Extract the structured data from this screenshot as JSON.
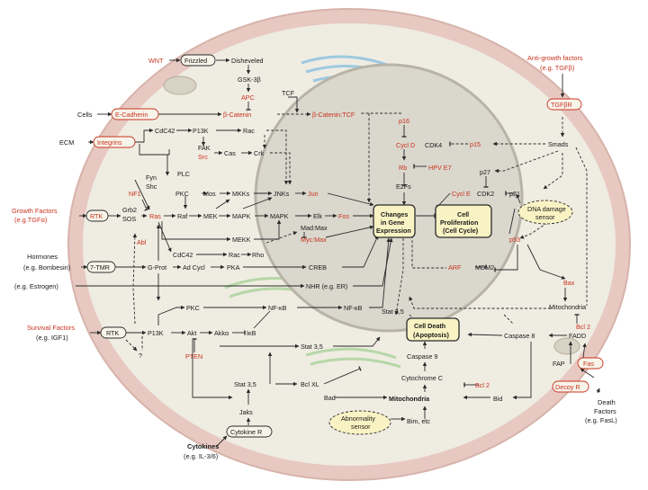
{
  "diagram": {
    "nodes": {
      "wnt": "WNT",
      "frizzled": "Frizzled",
      "disheveled": "Disheveled",
      "gsk3b": "GSK-3β",
      "apc": "APC",
      "tcf": "TCF",
      "cells": "Cells",
      "ecadherin": "E-Cadherin",
      "bcatenin": "β-Catenin",
      "bcatenin_tcf": "β-Catenin:TCF",
      "ecm": "ECM",
      "integrins": "Integrins",
      "cdc42_top": "CdC42",
      "p13k_top": "P13K",
      "rac_top": "Rac",
      "fak": "FAK",
      "src": "Src",
      "cas": "Cas",
      "crk": "Crk",
      "fyn": "Fyn",
      "shc": "Shc",
      "plc": "PLC",
      "nf1": "NF1",
      "grb2": "Grb2",
      "sos": "SOS",
      "pkc_mid": "PKC",
      "mos": "Mos",
      "mkks": "MKKs",
      "jnks": "JNKs",
      "jun": "Jun",
      "growth_factors": "Growth Factors",
      "growth_factors_eg": "(e.g.TGFα)",
      "rtk1": "RTK",
      "ras": "Ras",
      "raf": "Raf",
      "mek": "MEK",
      "mapk1": "MAPK",
      "mapk2": "MAPK",
      "elk": "Elk",
      "fos": "Fos",
      "mad_max": "Mad:Max",
      "myc_max": "Myc:Max",
      "abl": "Abl",
      "mekk": "MEKK",
      "cdc42_mid": "CdC42",
      "rac_mid": "Rac",
      "rho": "Rho",
      "hormones": "Hormones",
      "hormones_eg": "(e.g. Bombesin)",
      "seven_tmr": "7-TMR",
      "gprot": "G-Prot",
      "adcycl": "Ad Cycl",
      "pka": "PKA",
      "creb": "CREB",
      "estrogen": "(e.g. Estrogen)",
      "nhr": "NHR (e.g. ER)",
      "survival_factors": "Survival Factors",
      "survival_factors_eg": "(e.g. IGF1)",
      "rtk2": "RTK",
      "p13k_low": "P13K",
      "pkc_low": "PKC",
      "nfkb1": "NF-κB",
      "nfkb2": "NF-κB",
      "akt": "Akt",
      "akka": "Akkα",
      "ikb": "IκB",
      "question": "?",
      "pten": "PTEN",
      "stat35_a": "Stat 3,5",
      "stat35_b": "Stat 3,5",
      "stat35_c": "Stat 3,5",
      "bclxl": "Bcl XL",
      "bad": "Bad",
      "jaks": "Jaks",
      "cytokine_r": "Cytokine R",
      "cytokines": "Cytokines",
      "cytokines_eg": "(e.g. IL-3/6)",
      "p16": "p16",
      "cycld": "Cycl D",
      "cdk4": "CDK4",
      "rb": "Rb",
      "hpv_e7": "HPV E7",
      "e2fs": "E2Fs",
      "p15": "p15",
      "smads": "Smads",
      "p27": "p27",
      "cycle": "Cycl E",
      "cdk2": "CDK2",
      "p21": "p21",
      "anti_growth": "Anti-growth factors",
      "anti_growth_eg": "(e.g. TGFβ)",
      "tgfbr": "TGFβR",
      "dna_damage_1": "DNA damage",
      "dna_damage_2": "sensor",
      "p53": "p53",
      "arf": "ARF",
      "mdm2": "MDM2",
      "bax": "Bax",
      "mitochondria_r": "Mitochondria",
      "bcl2_r": "Bcl 2",
      "caspase8": "Caspase 8",
      "fadd": "FADD",
      "fap": "FAP",
      "fas": "Fas",
      "decoy_r": "Decoy R",
      "death_factors_1": "Death",
      "death_factors_2": "Factors",
      "death_factors_3": "(e.g. FasL)",
      "caspase9": "Caspase 9",
      "cytochrome_c": "Cytochrome C",
      "bcl2_c": "Bcl 2",
      "mitochondria_c": "Mitochondria",
      "bid": "Bid",
      "abnormality_1": "Abnormality",
      "abnormality_2": "sensor",
      "bim": "Bim, etc",
      "gene_exp_1": "Changes",
      "gene_exp_2": "in Gene",
      "gene_exp_3": "Expression",
      "cell_prolif_1": "Cell",
      "cell_prolif_2": "Proliferation",
      "cell_prolif_3": "(Cell Cycle)",
      "cell_death_1": "Cell Death",
      "cell_death_2": "(Apoptosis)"
    }
  }
}
